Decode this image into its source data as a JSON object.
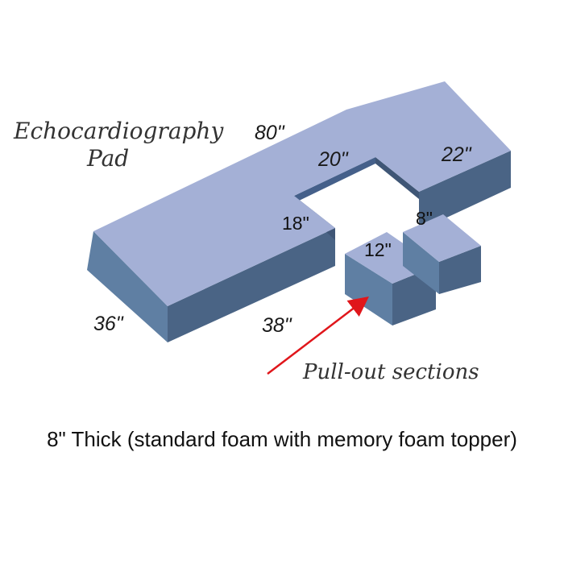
{
  "title_line1": "Echocardiography",
  "title_line2": "Pad",
  "dimensions": {
    "length": "80\"",
    "notch_width": "20\"",
    "right_section": "22\"",
    "notch_depth": "18\"",
    "width": "36\"",
    "front_length": "38\"",
    "pullout_large": "12\"",
    "pullout_small": "8\""
  },
  "callout": "Pull-out sections",
  "caption": "8\" Thick (standard foam with memory foam topper)",
  "colors": {
    "top": "#a4b0d6",
    "left_side": "#5f7fa3",
    "front_side": "#4a6485",
    "notch_wall": "#3f5676",
    "arrow": "#e0161b"
  }
}
